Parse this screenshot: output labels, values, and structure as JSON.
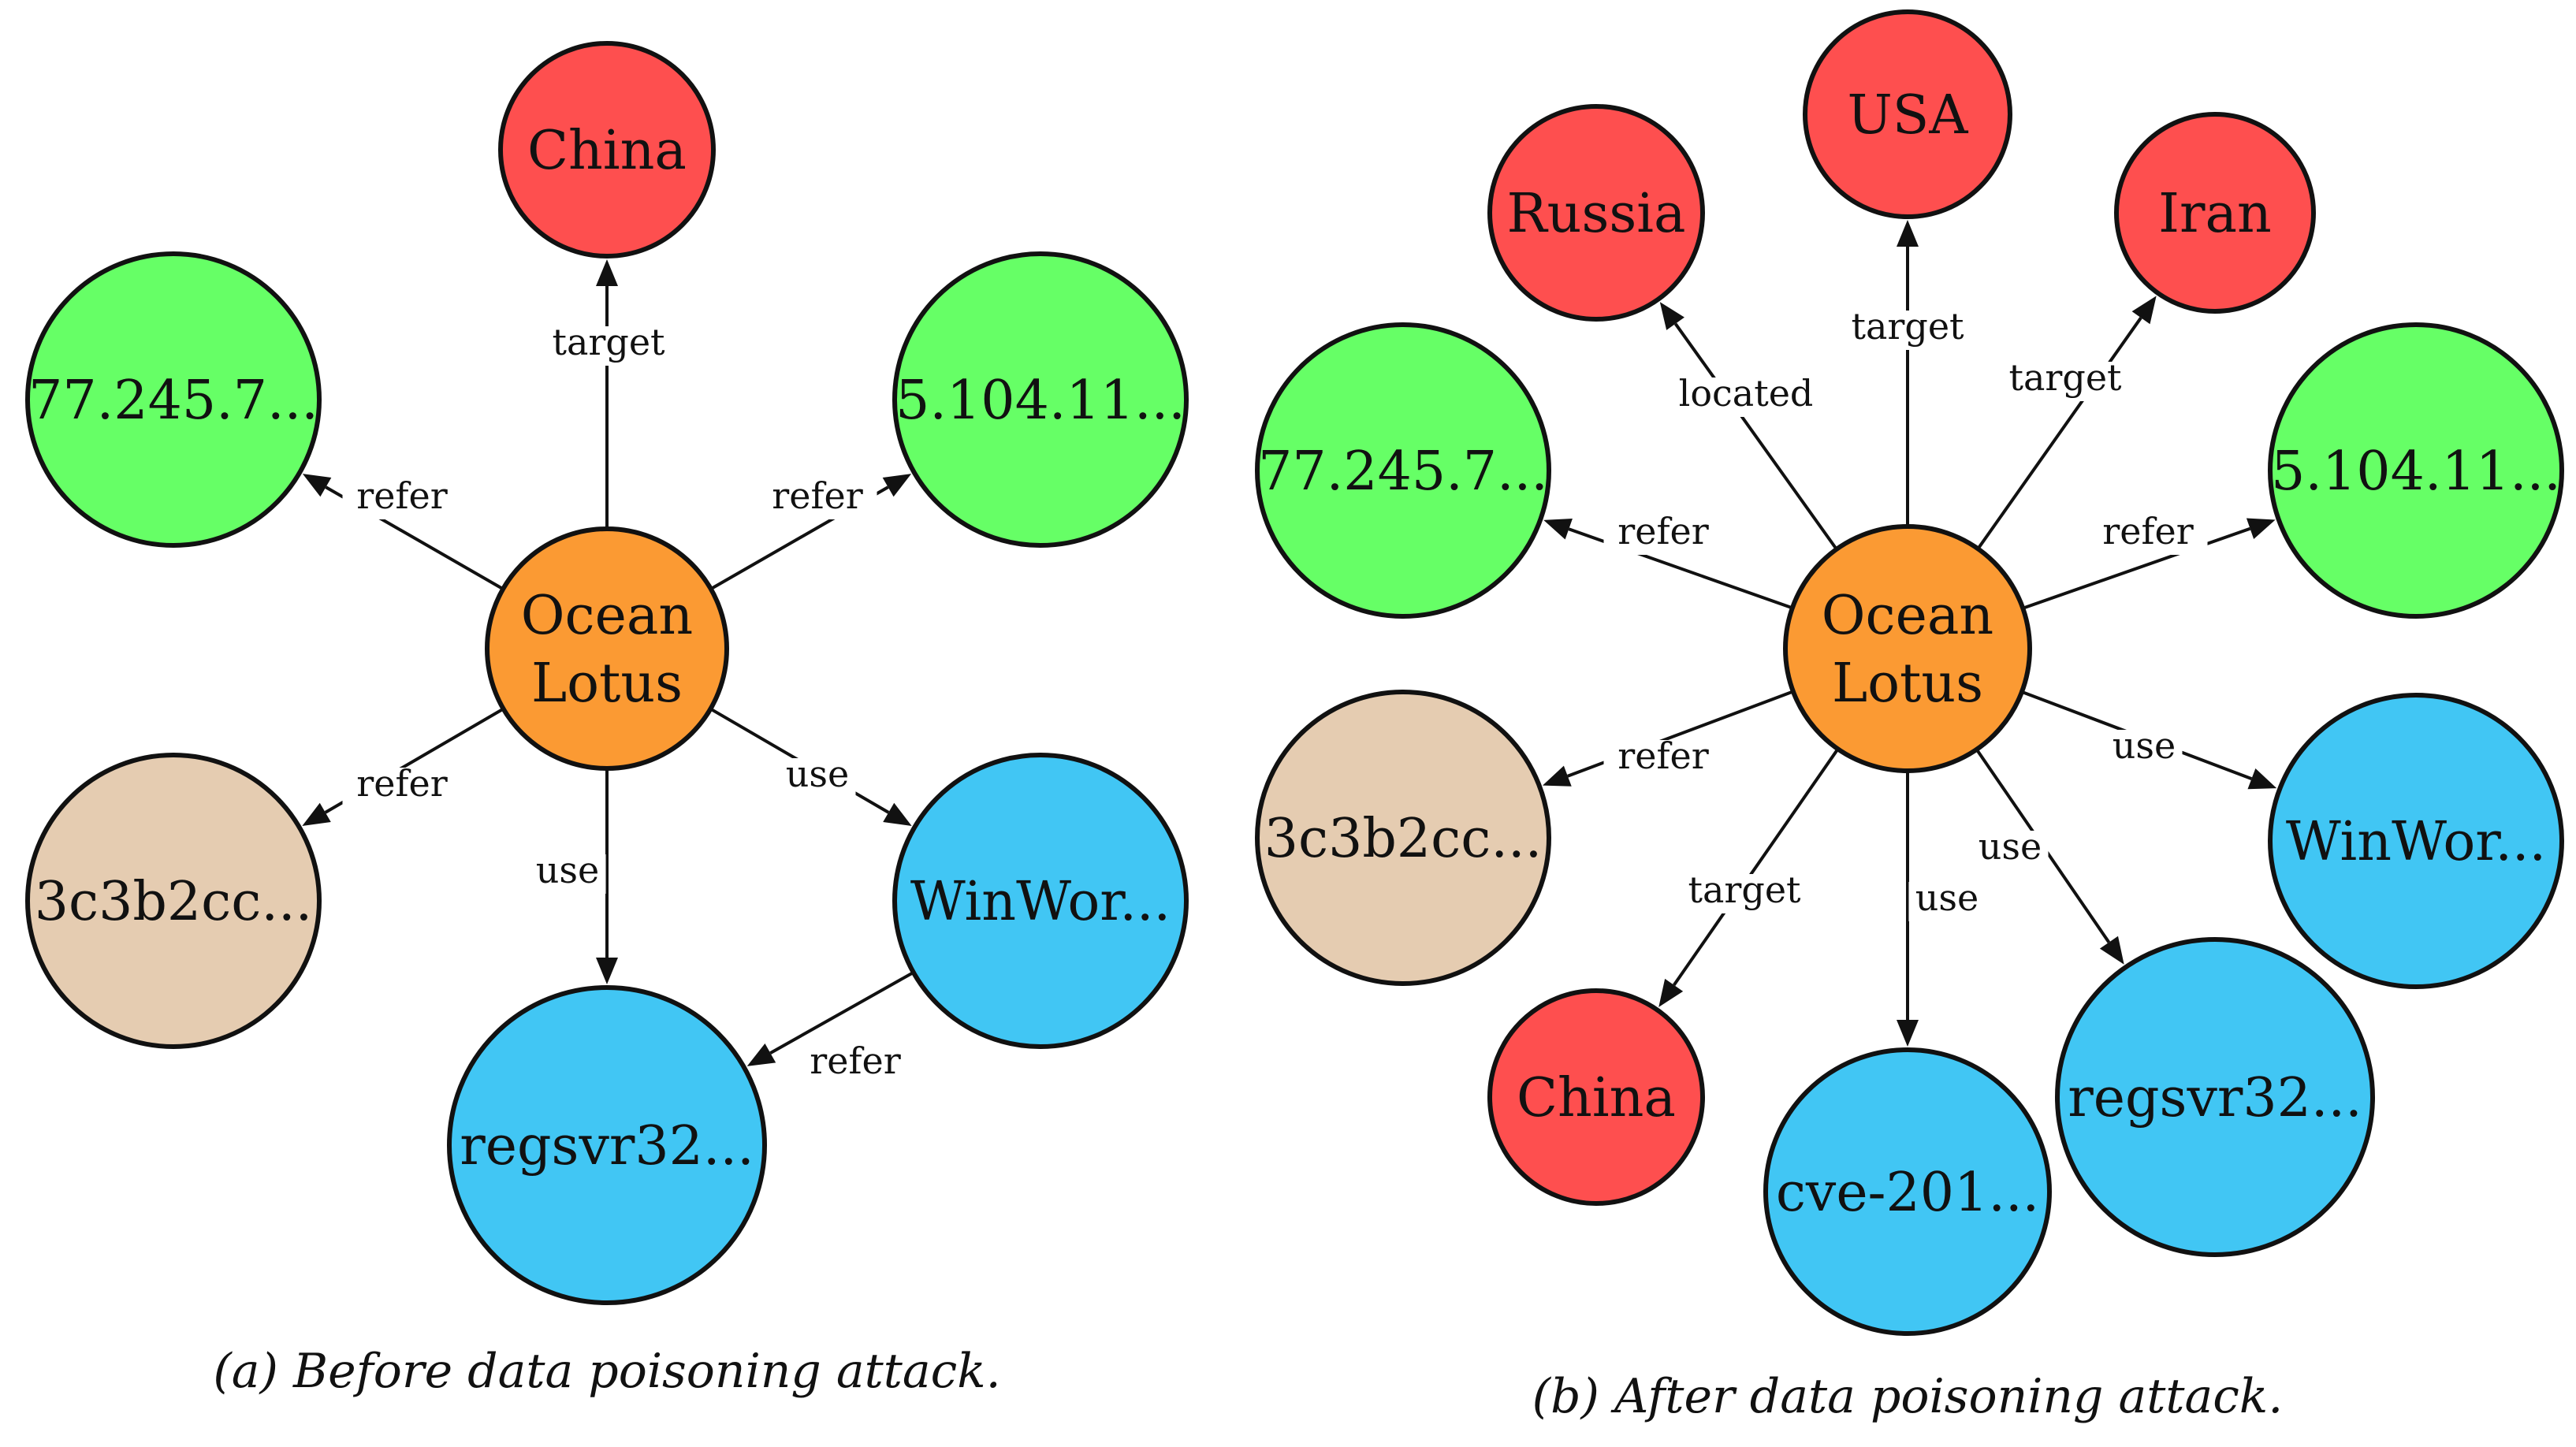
{
  "colors": {
    "red": "#fe4f4f",
    "green": "#66ff66",
    "orange": "#fb9a33",
    "tan": "#e5ccb1",
    "blue": "#41c6f4"
  },
  "diagrams": [
    {
      "caption": "(a) Before data poisoning attack.",
      "nodes": [
        {
          "id": "ocean",
          "label_lines": [
            "Ocean",
            "Lotus"
          ],
          "color": "orange"
        },
        {
          "id": "china",
          "label_lines": [
            "China"
          ],
          "color": "red"
        },
        {
          "id": "ip1",
          "label_lines": [
            "77.245.7..."
          ],
          "color": "green"
        },
        {
          "id": "ip2",
          "label_lines": [
            "5.104.11..."
          ],
          "color": "green"
        },
        {
          "id": "hash",
          "label_lines": [
            "3c3b2cc..."
          ],
          "color": "tan"
        },
        {
          "id": "winword",
          "label_lines": [
            "WinWor..."
          ],
          "color": "blue"
        },
        {
          "id": "regsvr",
          "label_lines": [
            "regsvr32..."
          ],
          "color": "blue"
        }
      ],
      "edges": [
        {
          "from": "ocean",
          "to": "china",
          "label": "target"
        },
        {
          "from": "ocean",
          "to": "ip1",
          "label": "refer"
        },
        {
          "from": "ocean",
          "to": "ip2",
          "label": "refer"
        },
        {
          "from": "ocean",
          "to": "hash",
          "label": "refer"
        },
        {
          "from": "ocean",
          "to": "winword",
          "label": "use"
        },
        {
          "from": "ocean",
          "to": "regsvr",
          "label": "use"
        },
        {
          "from": "winword",
          "to": "regsvr",
          "label": "refer"
        }
      ]
    },
    {
      "caption": "(b) After data poisoning attack.",
      "nodes": [
        {
          "id": "ocean",
          "label_lines": [
            "Ocean",
            "Lotus"
          ],
          "color": "orange"
        },
        {
          "id": "usa",
          "label_lines": [
            "USA"
          ],
          "color": "red"
        },
        {
          "id": "russia",
          "label_lines": [
            "Russia"
          ],
          "color": "red"
        },
        {
          "id": "iran",
          "label_lines": [
            "Iran"
          ],
          "color": "red"
        },
        {
          "id": "china",
          "label_lines": [
            "China"
          ],
          "color": "red"
        },
        {
          "id": "ip1",
          "label_lines": [
            "77.245.7..."
          ],
          "color": "green"
        },
        {
          "id": "ip2",
          "label_lines": [
            "5.104.11..."
          ],
          "color": "green"
        },
        {
          "id": "hash",
          "label_lines": [
            "3c3b2cc..."
          ],
          "color": "tan"
        },
        {
          "id": "winword",
          "label_lines": [
            "WinWor..."
          ],
          "color": "blue"
        },
        {
          "id": "regsvr",
          "label_lines": [
            "regsvr32..."
          ],
          "color": "blue"
        },
        {
          "id": "cve",
          "label_lines": [
            "cve-201..."
          ],
          "color": "blue"
        }
      ],
      "edges": [
        {
          "from": "ocean",
          "to": "usa",
          "label": "target"
        },
        {
          "from": "ocean",
          "to": "russia",
          "label": "located"
        },
        {
          "from": "ocean",
          "to": "iran",
          "label": "target"
        },
        {
          "from": "ocean",
          "to": "ip1",
          "label": "refer"
        },
        {
          "from": "ocean",
          "to": "ip2",
          "label": "refer"
        },
        {
          "from": "ocean",
          "to": "hash",
          "label": "refer"
        },
        {
          "from": "ocean",
          "to": "winword",
          "label": "use"
        },
        {
          "from": "ocean",
          "to": "regsvr",
          "label": "use"
        },
        {
          "from": "ocean",
          "to": "cve",
          "label": "use"
        },
        {
          "from": "ocean",
          "to": "china",
          "label": "target"
        }
      ]
    }
  ]
}
